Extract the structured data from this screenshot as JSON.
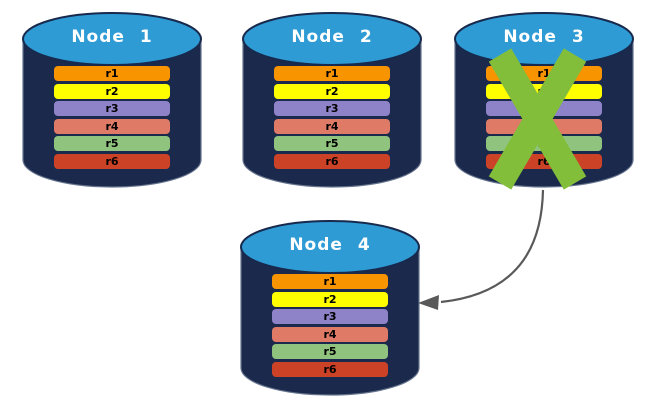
{
  "colors": {
    "background": "#FFFFFF",
    "cylinder_body": "#1B2A4C",
    "cylinder_top": "#2E9BD5",
    "failure_cross": "#82BE3A",
    "arrow": "#595959"
  },
  "row_colors": {
    "r1": "#F79400",
    "r2": "#FFFF00",
    "r3": "#8E82C8",
    "r4": "#DE7A66",
    "r5": "#90C47E",
    "r6": "#CC4227"
  },
  "nodes": [
    {
      "title": "Node 1",
      "status": "ok",
      "rows": [
        "r1",
        "r2",
        "r3",
        "r4",
        "r5",
        "r6"
      ]
    },
    {
      "title": "Node 2",
      "status": "ok",
      "rows": [
        "r1",
        "r2",
        "r3",
        "r4",
        "r5",
        "r6"
      ]
    },
    {
      "title": "Node 3",
      "status": "failed",
      "rows": [
        "r1",
        "r2",
        "r3",
        "r4",
        "r5",
        "r6"
      ]
    },
    {
      "title": "Node 4",
      "status": "ok",
      "rows": [
        "r1",
        "r2",
        "r3",
        "r4",
        "r5",
        "r6"
      ]
    }
  ],
  "icons": {
    "failure_cross": "x-mark",
    "redirect_arrow": "curved-arrow"
  }
}
